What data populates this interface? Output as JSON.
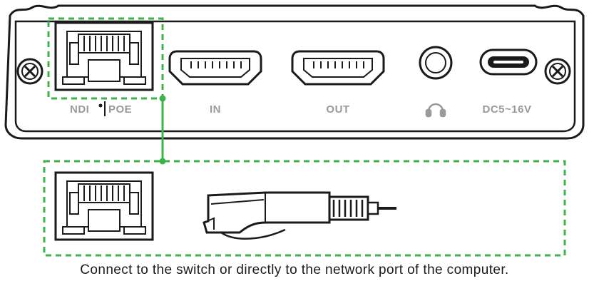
{
  "panel": {
    "labels": {
      "ndi": "NDI",
      "poe": "POE",
      "hdmi_in": "IN",
      "hdmi_out": "OUT",
      "power": "DC5~16V"
    }
  },
  "caption": "Connect to the switch or directly to the network port of the computer.",
  "colors": {
    "highlight": "#3cb34a",
    "outline": "#1a1a1a",
    "label": "#9a9a9a"
  },
  "icons": [
    "screw-icon",
    "ethernet-port-icon",
    "hdmi-port-icon",
    "audio-jack-icon",
    "headphone-icon",
    "usb-c-port-icon",
    "ethernet-cable-icon"
  ]
}
